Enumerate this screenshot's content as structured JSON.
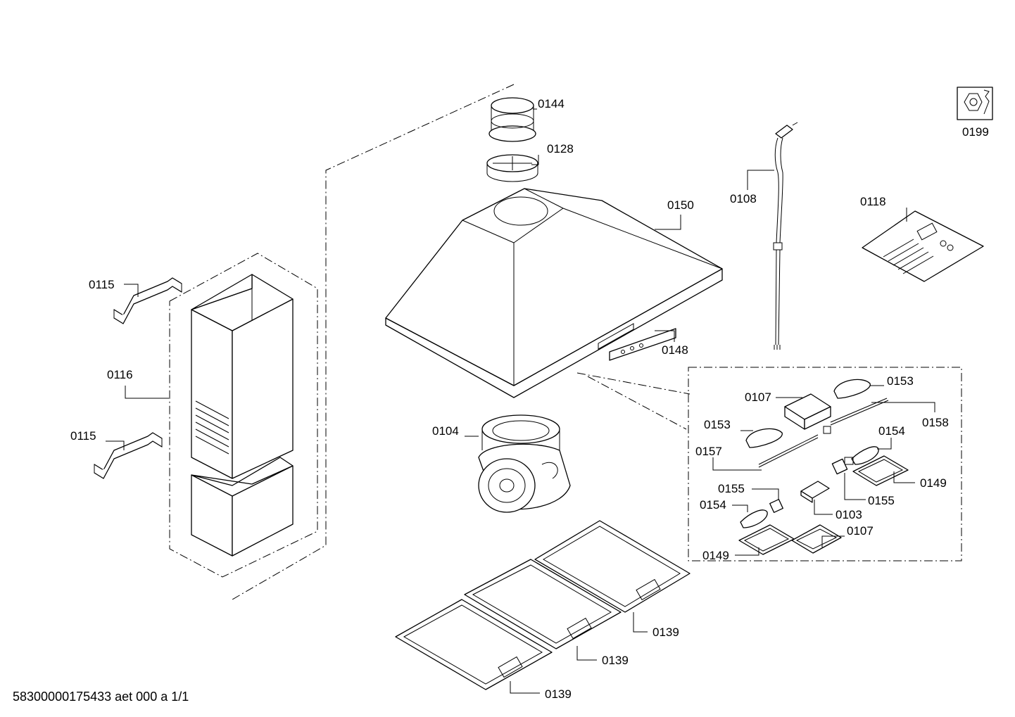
{
  "footer": {
    "document_code": "58300000175433 aet 000 a 1/1"
  },
  "callouts": {
    "p0144": "0144",
    "p0128": "0128",
    "p0150": "0150",
    "p0108": "0108",
    "p0118": "0118",
    "p0199": "0199",
    "p0115_top": "0115",
    "p0116": "0116",
    "p0115_bottom": "0115",
    "p0148": "0148",
    "p0104": "0104",
    "p0107_top": "0107",
    "p0153_right": "0153",
    "p0158": "0158",
    "p0153_left": "0153",
    "p0154_right": "0154",
    "p0157": "0157",
    "p0149_right": "0149",
    "p0155_top": "0155",
    "p0155_right": "0155",
    "p0154_left": "0154",
    "p0103": "0103",
    "p0107_bottom": "0107",
    "p0149_left": "0149",
    "p0139_right": "0139",
    "p0139_mid": "0139",
    "p0139_bottom": "0139"
  }
}
